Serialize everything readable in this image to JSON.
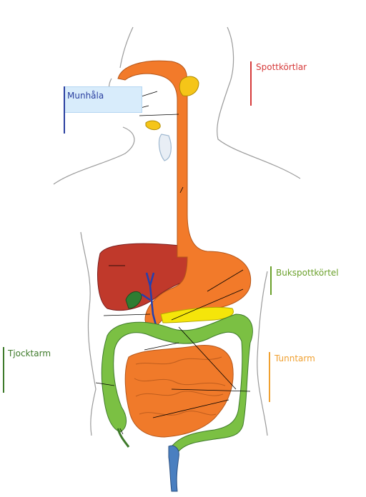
{
  "labels": {
    "spottkortlar": "Spottkörtlar",
    "munhala": "Munhåla",
    "bukspottkortel": "Bukspottkörtel",
    "tjocktarm": "Tjocktarm",
    "tunntarm": "Tunntarm"
  },
  "colors": {
    "spottkortlar": "#d63a3a",
    "munhala": "#2a3fa0",
    "munhala_bg": "#d8ecfb",
    "bukspottkortel": "#6aa02a",
    "tjocktarm": "#3e7a2a",
    "tunntarm": "#f0a030",
    "outline": "#9a9a9a",
    "esophagus": "#f27a2a",
    "liver": "#c0392b",
    "gallbladder": "#2f7d32",
    "pancreas": "#f5e50a",
    "colon": "#7bc043",
    "small_intestine": "#f07a2a",
    "rectum": "#4a7fc0",
    "bile_duct": "#2340b0"
  }
}
